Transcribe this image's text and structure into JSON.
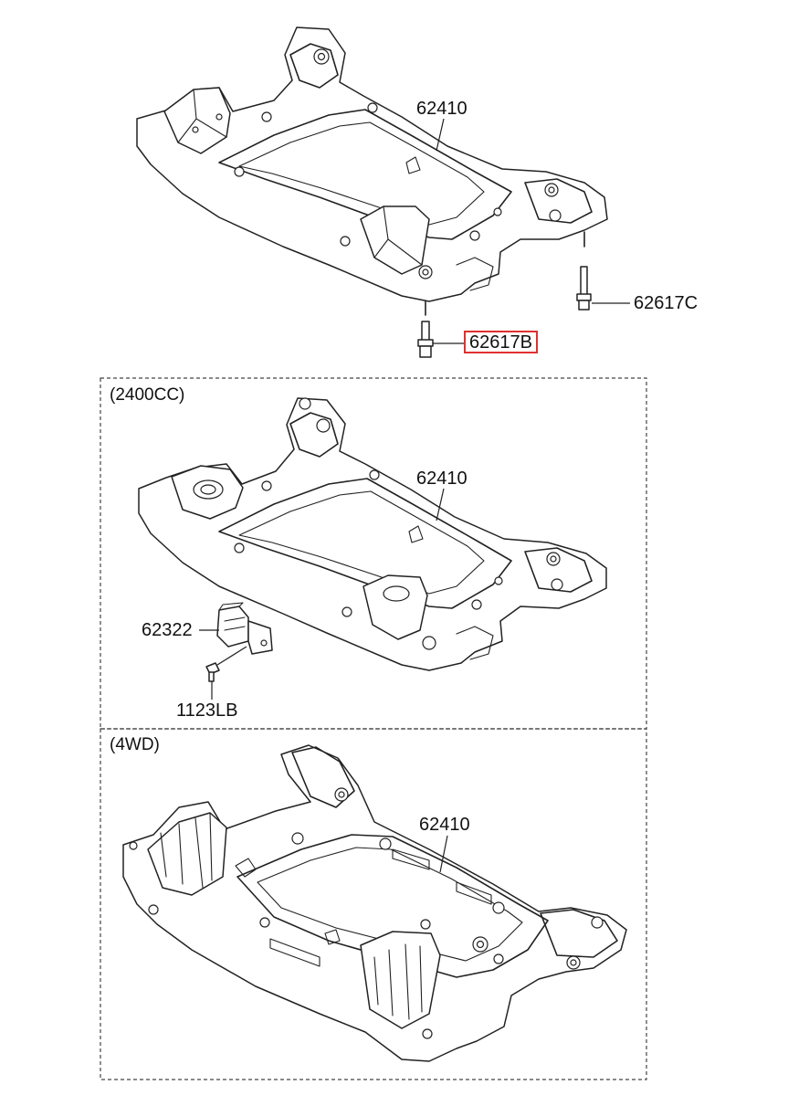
{
  "sections": [
    {
      "id": "standard",
      "label": "",
      "parts": [
        {
          "number": "62410",
          "highlighted": false
        },
        {
          "number": "62617C",
          "highlighted": false
        },
        {
          "number": "62617B",
          "highlighted": true
        }
      ]
    },
    {
      "id": "2400cc",
      "label": "(2400CC)",
      "parts": [
        {
          "number": "62410",
          "highlighted": false
        },
        {
          "number": "62322",
          "highlighted": false
        },
        {
          "number": "1123LB",
          "highlighted": false
        }
      ]
    },
    {
      "id": "4wd",
      "label": "(4WD)",
      "parts": [
        {
          "number": "62410",
          "highlighted": false
        }
      ]
    }
  ],
  "colors": {
    "highlight": "#e03030",
    "line": "#222222",
    "background": "#ffffff"
  }
}
